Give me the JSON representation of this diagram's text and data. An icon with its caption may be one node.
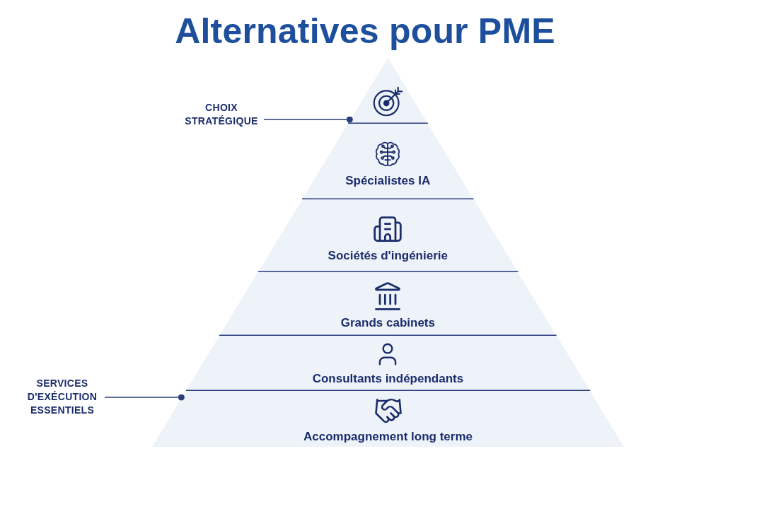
{
  "diagram": {
    "title": "Alternatives pour PME",
    "nodes": [
      {
        "text": [],
        "shape": "triangle"
      },
      {
        "text": [
          "Spécialistes IA"
        ]
      },
      {
        "text": [
          "Sociétés d'ingénierie"
        ]
      },
      {
        "text": [
          "Grands cabinets"
        ]
      },
      {
        "text": [
          "Consultants indépendants"
        ]
      },
      {
        "text": [
          "Accompagnement long terme"
        ]
      },
      {
        "text": [
          "CHOIX STRATÉGIQUE"
        ]
      },
      {
        "text": [
          "SERVICES D'EXÉCUTION ESSENTIELS"
        ]
      }
    ],
    "edges": [
      {
        "from": 6,
        "to": 0,
        "arrow": "other"
      },
      {
        "from": 7,
        "to": 5,
        "arrow": "other"
      }
    ]
  }
}
